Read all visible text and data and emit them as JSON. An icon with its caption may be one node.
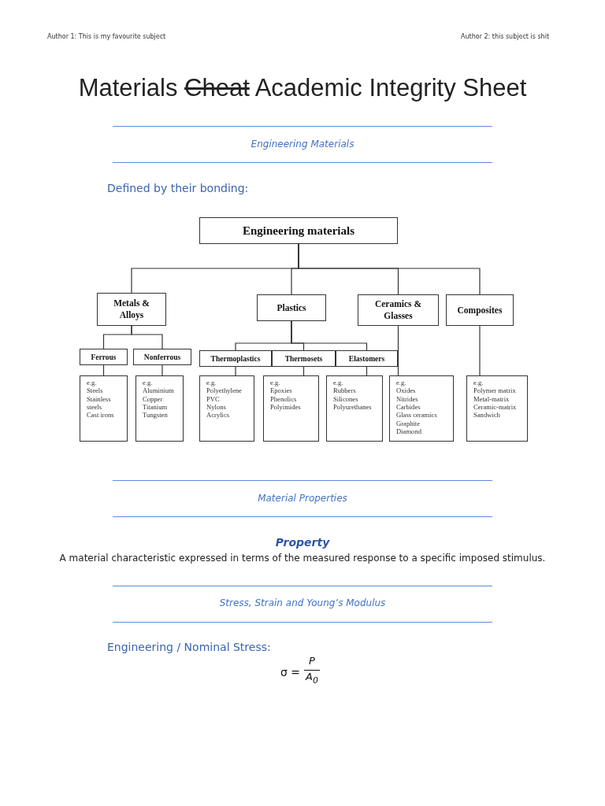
{
  "diagram": {
    "title": "Materials Cheat Academic Integrity Sheet",
    "nodes": [
      {
        "text": [
          "Engineering materials"
        ]
      },
      {
        "text": [
          "Metals & Alloys"
        ]
      },
      {
        "text": [
          "Plastics"
        ]
      },
      {
        "text": [
          "Ceramics & Glasses"
        ]
      },
      {
        "text": [
          "Composites"
        ]
      },
      {
        "text": [
          "Ferrous"
        ]
      },
      {
        "text": [
          "Nonferrous"
        ]
      },
      {
        "text": [
          "Thermoplastics"
        ]
      },
      {
        "text": [
          "Thermosets"
        ]
      },
      {
        "text": [
          "Elastomers"
        ]
      },
      {
        "text": [
          "e.g.",
          "Steels",
          "Stainless steels",
          "Cast irons"
        ]
      },
      {
        "text": [
          "e.g.",
          "Aluminium",
          "Copper",
          "Titanium",
          "Tungsten"
        ]
      },
      {
        "text": [
          "e.g.",
          "Polyethylene",
          "PVC",
          "Nylons",
          "Acrylics"
        ]
      },
      {
        "text": [
          "e.g.",
          "Epoxies",
          "Phenolics",
          "Polyimides"
        ]
      },
      {
        "text": [
          "e.g.",
          "Rubbers",
          "Silicones",
          "Polyurethanes"
        ]
      },
      {
        "text": [
          "e.g.",
          "Oxides",
          "Nitrides",
          "Carbides",
          "Glass ceramics",
          "Graphite",
          "Diamond"
        ]
      },
      {
        "text": [
          "e.g.",
          "Polymer matrix",
          "Metal-matrix",
          "Ceramic-matrix",
          "Sandwich"
        ]
      }
    ],
    "edges": [
      {
        "from": 0,
        "to": 1,
        "arrow": "none"
      },
      {
        "from": 0,
        "to": 2,
        "arrow": "none"
      },
      {
        "from": 0,
        "to": 3,
        "arrow": "none"
      },
      {
        "from": 0,
        "to": 4,
        "arrow": "none"
      },
      {
        "from": 1,
        "to": 5,
        "arrow": "none"
      },
      {
        "from": 1,
        "to": 6,
        "arrow": "none"
      },
      {
        "from": 2,
        "to": 7,
        "arrow": "none"
      },
      {
        "from": 2,
        "to": 8,
        "arrow": "none"
      },
      {
        "from": 2,
        "to": 9,
        "arrow": "none"
      },
      {
        "from": 3,
        "to": 15,
        "arrow": "none"
      },
      {
        "from": 4,
        "to": 16,
        "arrow": "none"
      },
      {
        "from": 5,
        "to": 10,
        "arrow": "none"
      },
      {
        "from": 6,
        "to": 11,
        "arrow": "none"
      },
      {
        "from": 7,
        "to": 12,
        "arrow": "none"
      },
      {
        "from": 8,
        "to": 13,
        "arrow": "none"
      },
      {
        "from": 9,
        "to": 14,
        "arrow": "none"
      }
    ],
    "labels": [
      "Author 1: This is my favourite subject",
      "Author 2: this subject is shit",
      "Engineering Materials",
      "Defined by their bonding:",
      "Material Properties",
      "Property",
      "A material characteristic expressed in terms of the measured response to a specific imposed stimulus.",
      "Stress, Strain and Young’s Modulus",
      "Engineering / Nominal Stress:",
      "σ =",
      "P",
      "A$_{0}$"
    ]
  }
}
